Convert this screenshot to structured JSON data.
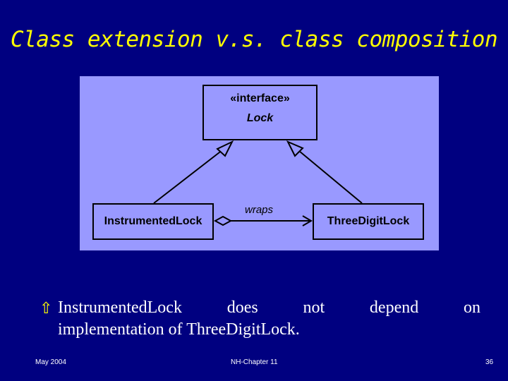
{
  "slide": {
    "title": "Class extension v.s. class composition",
    "diagram": {
      "interface_stereotype": "«interface»",
      "interface_name": "Lock",
      "left_class": "InstrumentedLock",
      "right_class": "ThreeDigitLock",
      "association_label": "wraps"
    },
    "bullet": {
      "words_line1": [
        "InstrumentedLock",
        "does",
        "not",
        "depend",
        "on"
      ],
      "line2": "implementation of ThreeDigitLock."
    },
    "footer": {
      "date": "May 2004",
      "chapter": "NH-Chapter 11",
      "page": "36"
    },
    "colors": {
      "background": "#000080",
      "title": "#ffff00",
      "diagram_bg": "#9999ff"
    },
    "icons": {
      "bullet": "up-arrow-outline-icon"
    }
  }
}
